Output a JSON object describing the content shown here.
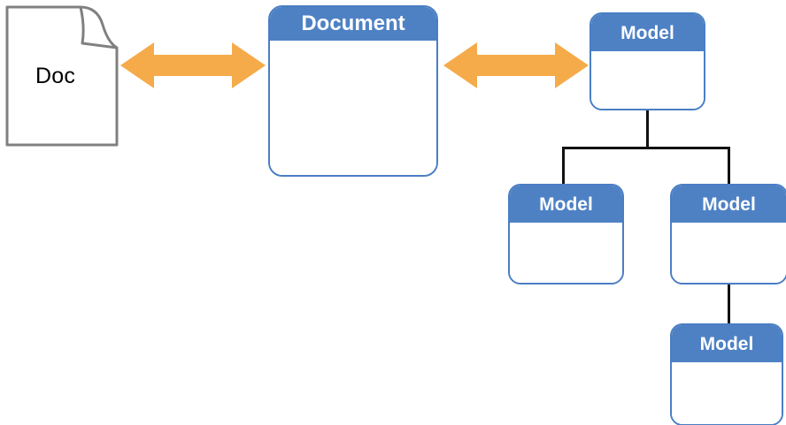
{
  "diagram": {
    "title": "Document to Model mapping diagram",
    "background_color": "#ffffff",
    "accent_blue": "#4e81c4",
    "accent_blue_border": "#4a7ec4",
    "accent_orange": "#f5ab4a",
    "connector_color": "#111111",
    "doc_outline_color": "#808080"
  },
  "nodes": {
    "doc_shape": {
      "label": "Doc",
      "icon": "document-page-icon"
    },
    "document_box": {
      "title": "Document",
      "body": ""
    },
    "model_root": {
      "title": "Model",
      "body": ""
    },
    "model_child_1": {
      "title": "Model",
      "body": ""
    },
    "model_child_2": {
      "title": "Model",
      "body": ""
    },
    "model_grandchild": {
      "title": "Model",
      "body": ""
    }
  },
  "connectors": {
    "arrow_doc_to_document": {
      "icon": "double-headed-arrow-icon",
      "direction": "bidirectional",
      "color": "#f5ab4a"
    },
    "arrow_document_to_model": {
      "icon": "double-headed-arrow-icon",
      "direction": "bidirectional",
      "color": "#f5ab4a"
    },
    "tree_lines": {
      "icon": "tree-connector-icon",
      "color": "#111111"
    }
  }
}
